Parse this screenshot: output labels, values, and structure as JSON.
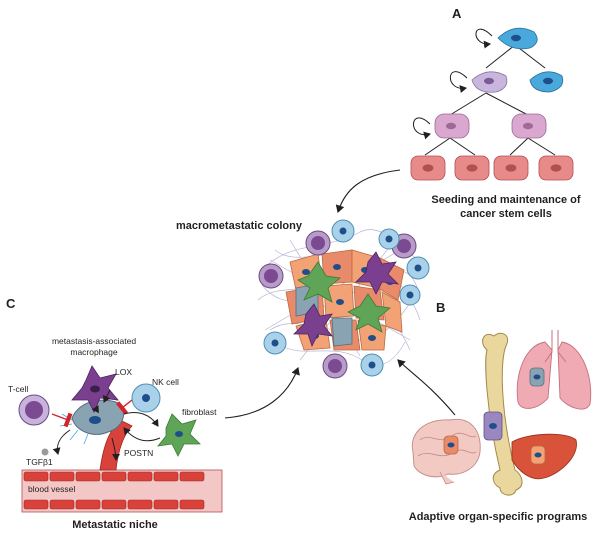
{
  "panels": {
    "a": {
      "letter": "A",
      "caption_line1": "Seeding and maintenance of",
      "caption_line2": "cancer stem cells"
    },
    "b": {
      "letter": "B",
      "caption": "Adaptive organ-specific programs"
    },
    "c": {
      "letter": "C",
      "caption": "Metastatic niche",
      "labels": {
        "macrophage_line1": "metastasis-associated",
        "macrophage_line2": "macrophage",
        "lox": "LOX",
        "nk_cell": "NK cell",
        "t_cell": "T-cell",
        "fibroblast": "fibroblast",
        "tgfb1": "TGFβ1",
        "postn": "POSTN",
        "blood_vessel": "blood vessel"
      }
    }
  },
  "colony": {
    "title": "macrometastatic colony"
  },
  "colors": {
    "stem_blue": "#4aa9dc",
    "progenitor_lilac": "#c9b6dd",
    "pink_cell": "#d9a7cf",
    "red_cell": "#e98a8a",
    "macrophage_purple": "#7b3f8f",
    "fibroblast_green": "#5fa457",
    "nk_blue": "#8fc4e0",
    "tumor_orange": "#f2a275",
    "vessel_red": "#d9423a",
    "bone_tan": "#e9d79e",
    "lung_pink": "#f0aab3",
    "liver_red": "#d8533a",
    "brain_pink": "#f3c9c4"
  }
}
